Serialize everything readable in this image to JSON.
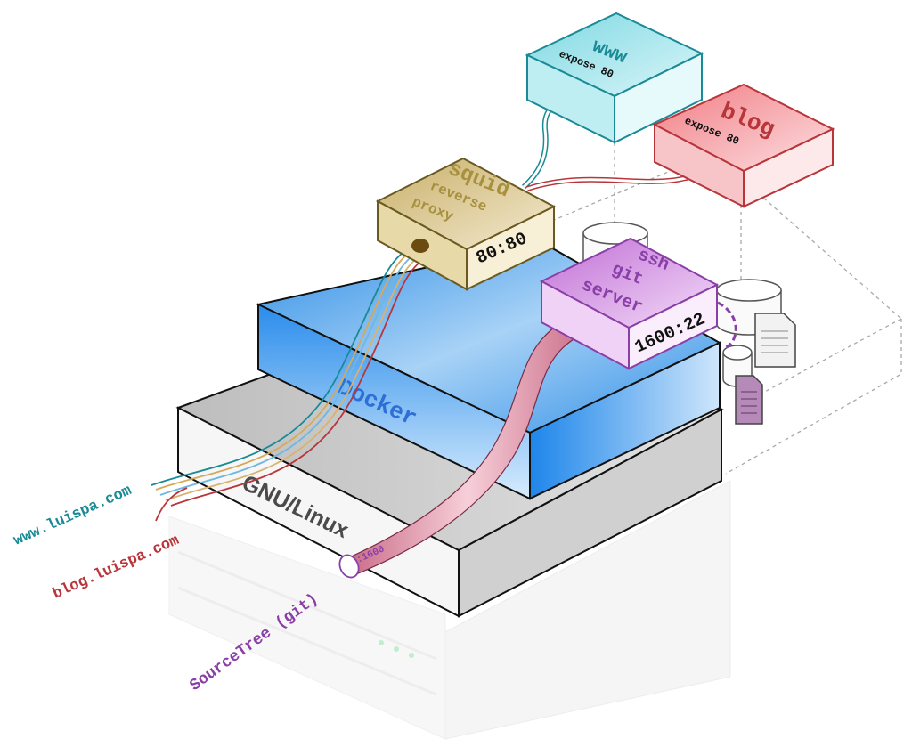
{
  "layers": {
    "os_label": "GNU/Linux",
    "docker_label": "Docker"
  },
  "containers": {
    "squid": {
      "title": "squid",
      "subtitle_1": "reverse",
      "subtitle_2": "proxy",
      "ports": "80:80"
    },
    "www": {
      "title": "www",
      "expose": "expose 80"
    },
    "blog": {
      "title": "blog",
      "expose": "expose 80"
    },
    "ssh": {
      "title_1": "ssh",
      "title_2": "git",
      "title_3": "server",
      "ports": "1600:22"
    }
  },
  "clients": {
    "www_domain": "www.luispa.com",
    "blog_domain": "blog.luispa.com",
    "git_client": "SourceTree (git)",
    "git_port": ":1600"
  },
  "colors": {
    "www": "#1a8a96",
    "blog": "#b8353a",
    "squid": "#a8913e",
    "ssh": "#8a3fa8",
    "docker": "#3b8fe0",
    "linux": "#555555"
  }
}
